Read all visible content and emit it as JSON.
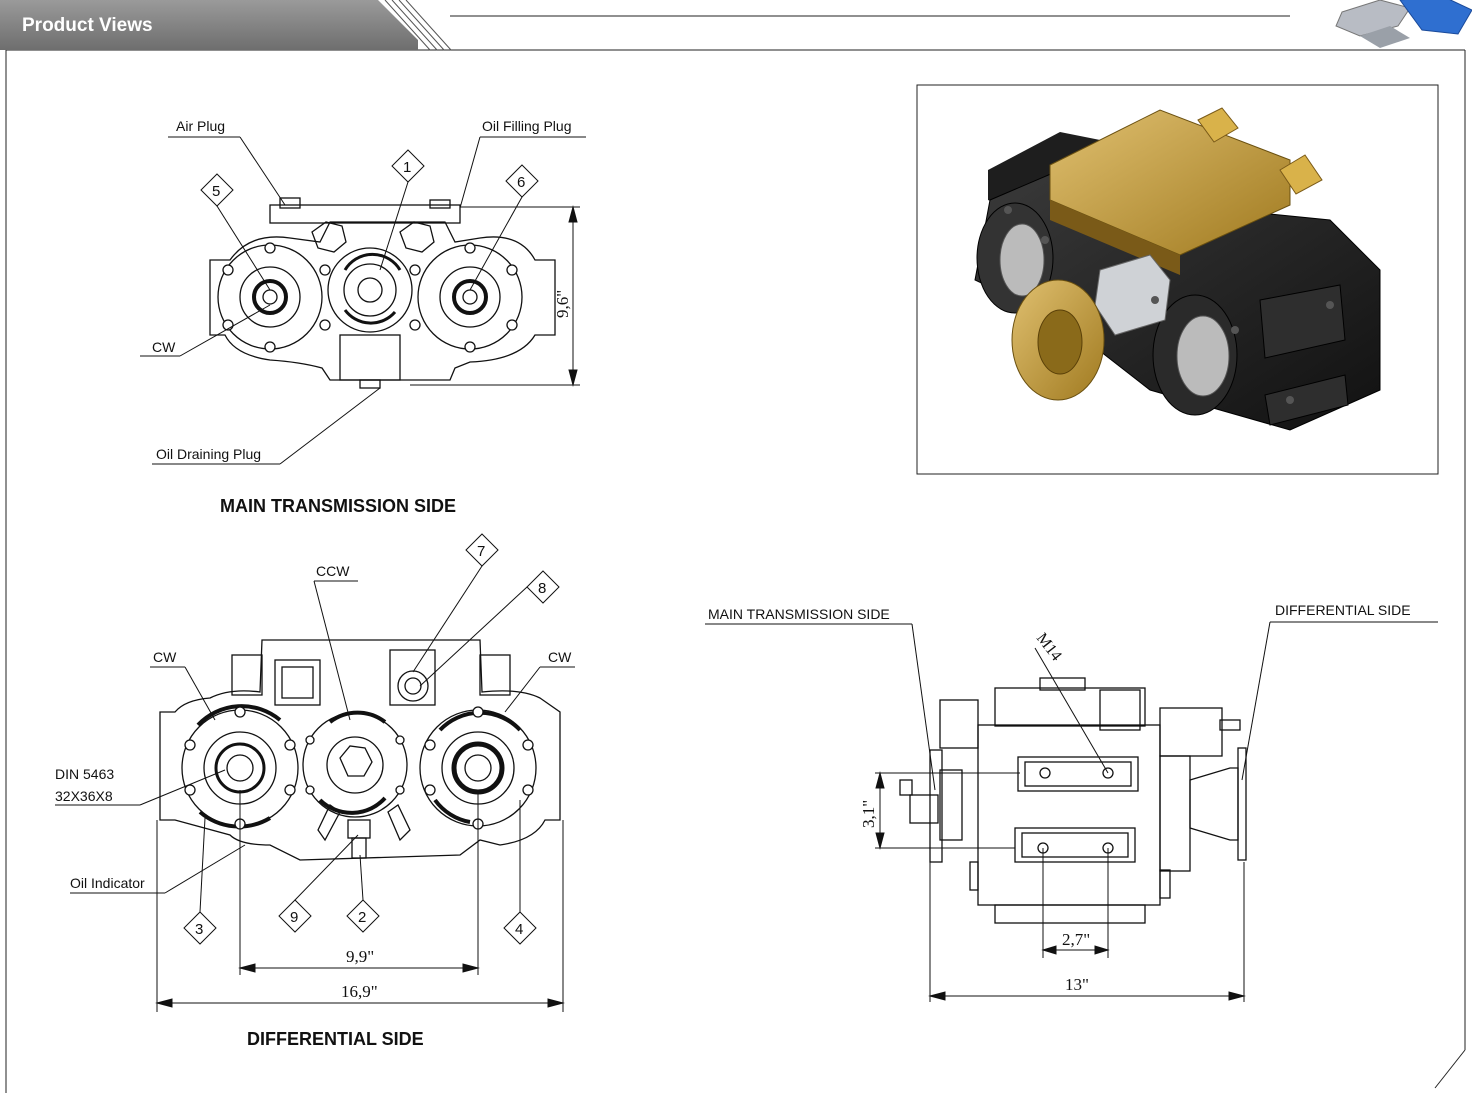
{
  "header": {
    "title": "Product Views",
    "accent_color": "#7a7a7a",
    "logo_icon": "gear-logo-icon"
  },
  "views": {
    "main_side": {
      "caption": "MAIN TRANSMISSION SIDE",
      "labels": {
        "air_plug": "Air Plug",
        "oil_filling_plug": "Oil Filling Plug",
        "cw": "CW",
        "oil_draining_plug": "Oil Draining Plug"
      },
      "callouts": [
        "1",
        "5",
        "6"
      ],
      "height_dim": "9,6\""
    },
    "differential_side": {
      "caption": "DIFFERENTIAL SIDE",
      "labels": {
        "ccw": "CCW",
        "cw_left": "CW",
        "cw_right": "CW",
        "din_line1": "DIN 5463",
        "din_line2": "32X36X8",
        "oil_indicator": "Oil Indicator"
      },
      "callouts": [
        "7",
        "8",
        "3",
        "9",
        "2",
        "4"
      ],
      "width_inner": "9,9\"",
      "width_outer": "16,9\""
    },
    "top_view": {
      "label_left": "MAIN TRANSMISSION SIDE",
      "label_right": "DIFFERENTIAL SIDE",
      "thread": "M14",
      "height_dim": "3,1\"",
      "hole_spacing": "2,7\"",
      "length_dim": "13\""
    },
    "render": {
      "body_color": "#2a2a2a",
      "cover_color": "#c9a23e"
    }
  }
}
